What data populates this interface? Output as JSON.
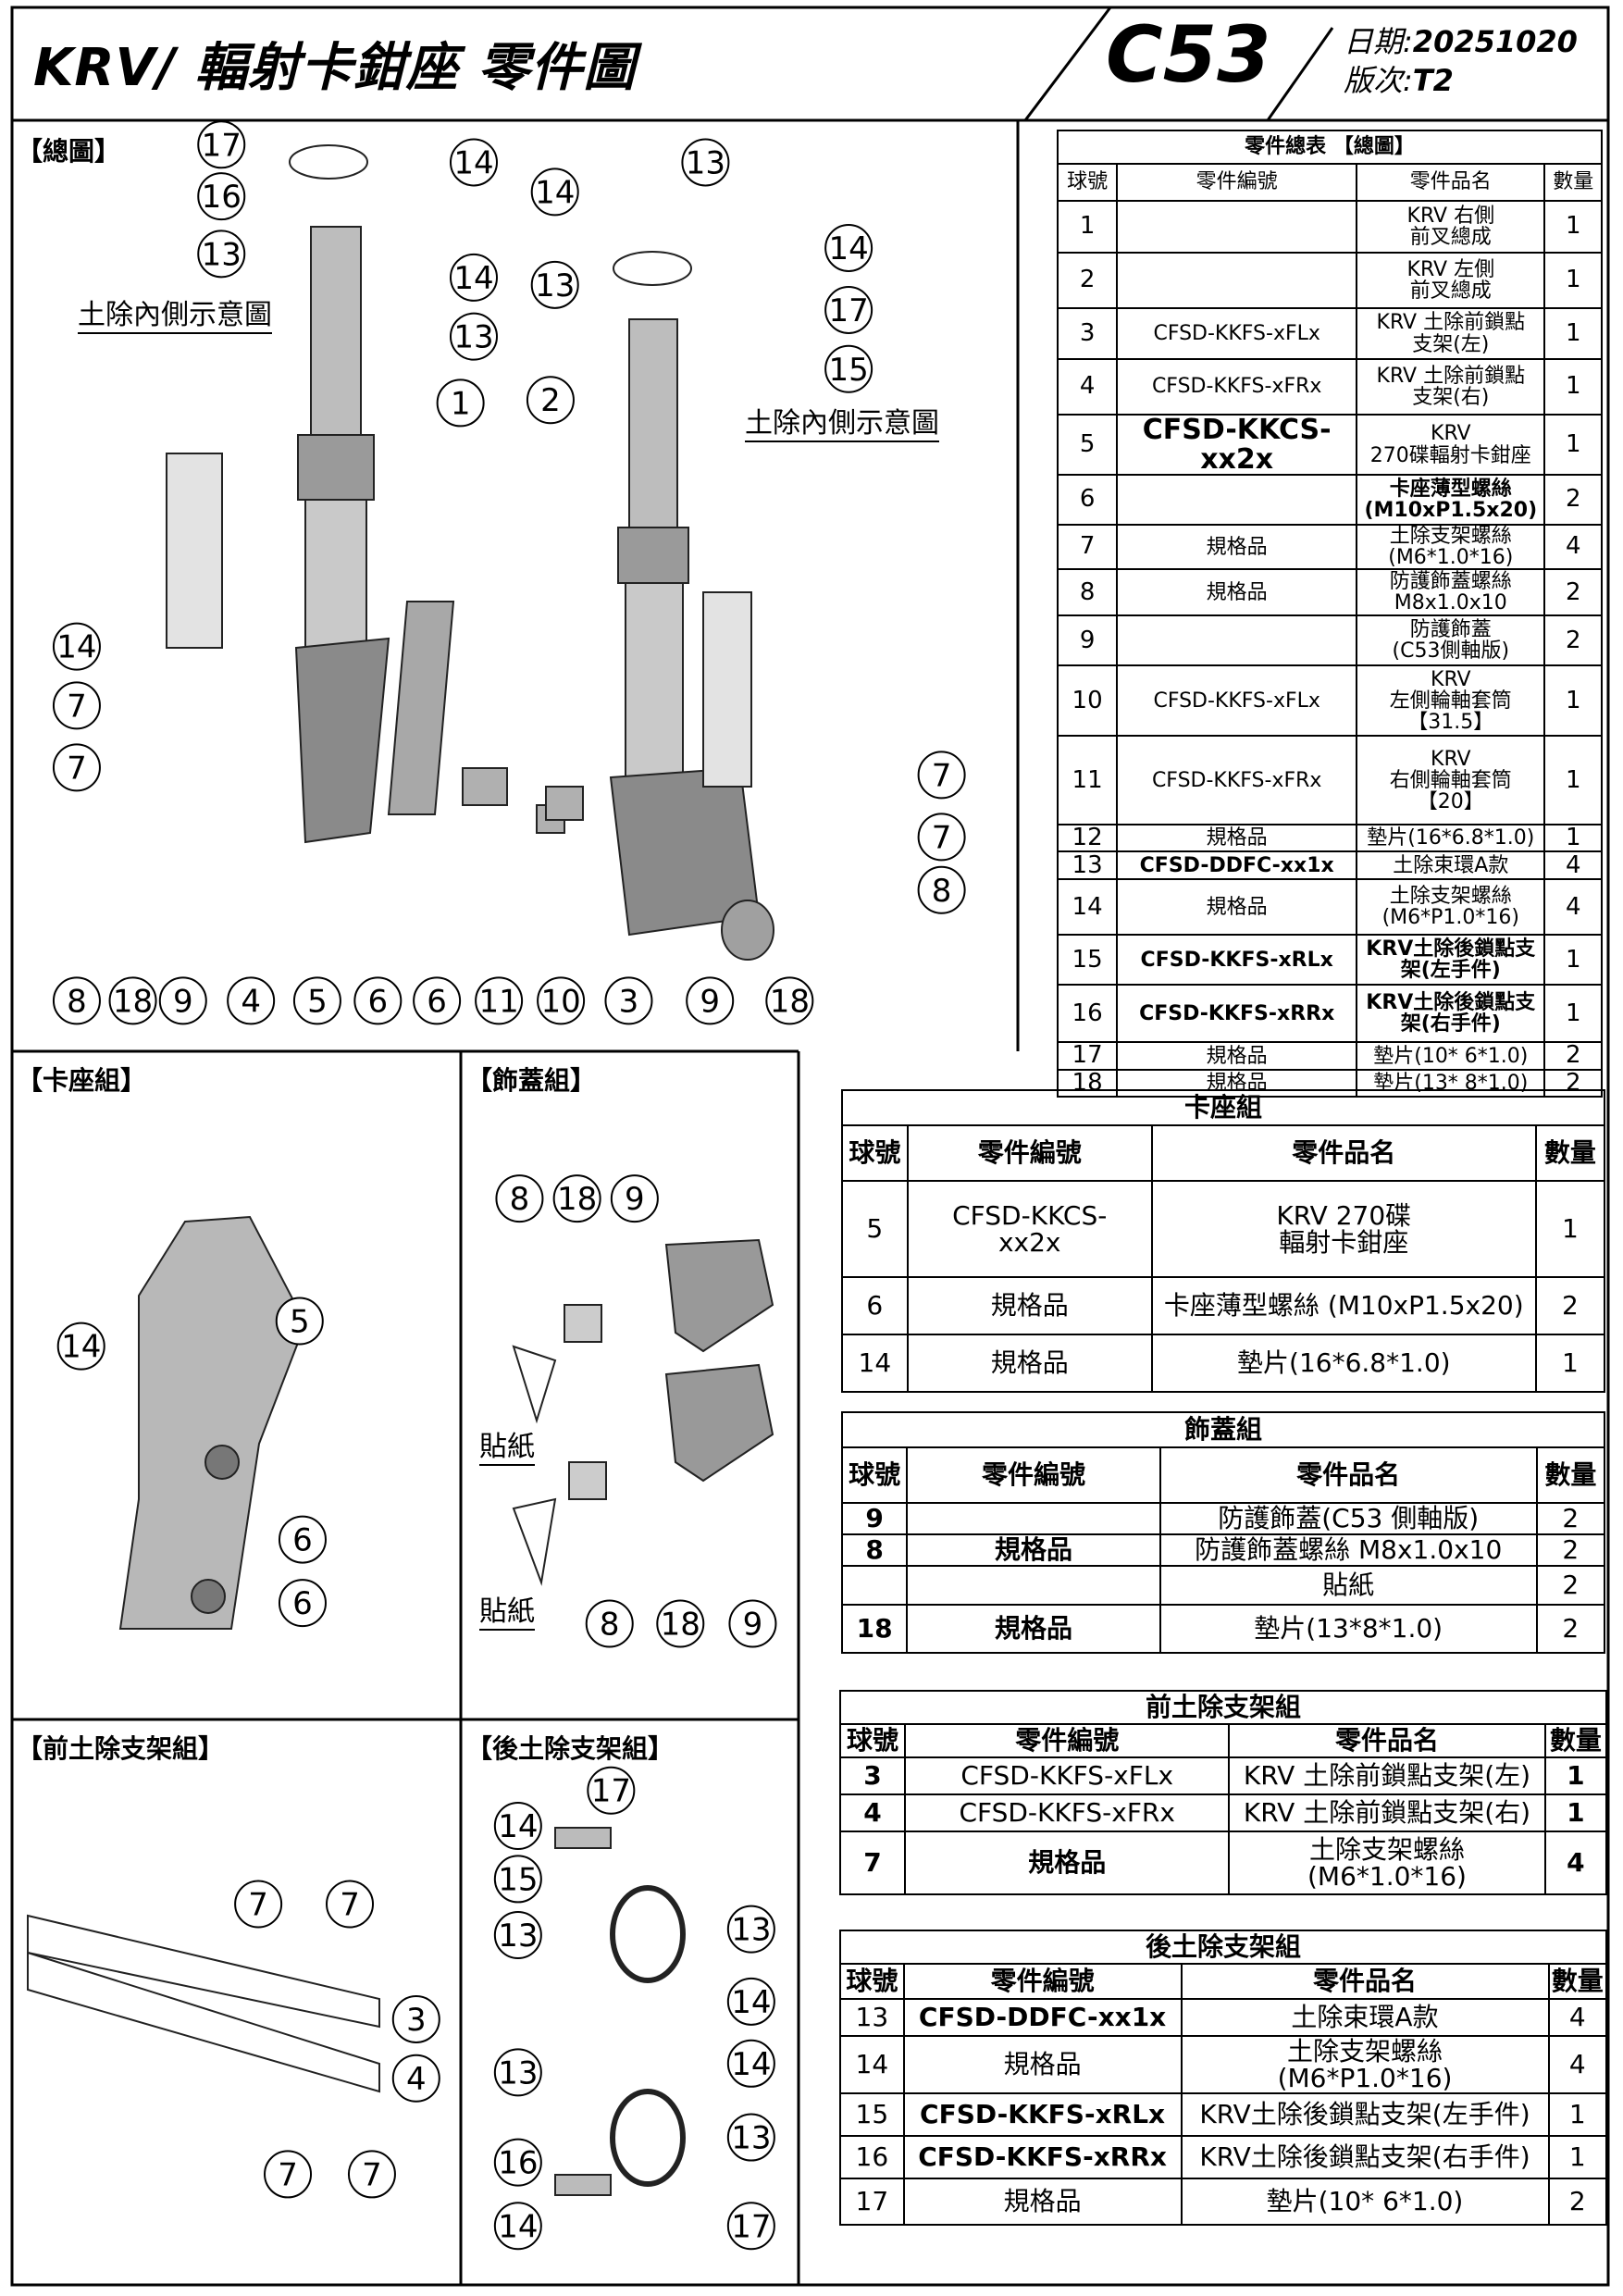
{
  "header": {
    "title": "KRV/ 輻射卡鉗座  零件圖",
    "model": "C53",
    "date_label": "日期:",
    "date": "20251020",
    "version_label": "版次:",
    "version": "T2"
  },
  "panels": {
    "main": "【總圖】",
    "caliper": "【卡座組】",
    "cover": "【飾蓋組】",
    "front": "【前土除支架組】",
    "rear": "【後土除支架組】"
  },
  "notes": {
    "inner_left": "土除內側示意圖",
    "inner_right": "土除內側示意圖",
    "sticker1": "貼紙",
    "sticker2": "貼紙"
  },
  "balloons": {
    "main": [
      "17",
      "16",
      "13",
      "14",
      "14",
      "13",
      "1",
      "14",
      "13",
      "13",
      "14",
      "17",
      "15",
      "2",
      "14",
      "7",
      "7",
      "7",
      "7",
      "8",
      "8",
      "18",
      "9",
      "4",
      "5",
      "6",
      "6",
      "11",
      "10",
      "3",
      "9",
      "18"
    ],
    "caliper": [
      "14",
      "5",
      "6",
      "6"
    ],
    "cover": [
      "8",
      "18",
      "9",
      "8",
      "18",
      "9"
    ],
    "front": [
      "7",
      "7",
      "3",
      "4",
      "7",
      "7"
    ],
    "rear": [
      "17",
      "14",
      "15",
      "13",
      "13",
      "14",
      "14",
      "13",
      "13",
      "16",
      "14",
      "17"
    ]
  },
  "main_table": {
    "caption": "零件總表 【總圖】",
    "headers": [
      "球號",
      "零件編號",
      "零件品名",
      "數量"
    ],
    "rows": [
      {
        "no": "1",
        "code": "",
        "name": "KRV 右側\n前叉總成",
        "qty": "1"
      },
      {
        "no": "2",
        "code": "",
        "name": "KRV 左側\n前叉總成",
        "qty": "1"
      },
      {
        "no": "3",
        "code": "CFSD-KKFS-xFLx",
        "name": "KRV 土除前鎖點\n支架(左)",
        "qty": "1"
      },
      {
        "no": "4",
        "code": "CFSD-KKFS-xFRx",
        "name": "KRV 土除前鎖點\n支架(右)",
        "qty": "1"
      },
      {
        "no": "5",
        "code": "CFSD-KKCS-xx2x",
        "name": "KRV\n270碟輻射卡鉗座",
        "qty": "1"
      },
      {
        "no": "6",
        "code": "",
        "name": "卡座薄型螺絲\n(M10xP1.5x20)",
        "qty": "2"
      },
      {
        "no": "7",
        "code": "規格品",
        "name": "土除支架螺絲\n(M6*1.0*16)",
        "qty": "4"
      },
      {
        "no": "8",
        "code": "規格品",
        "name": "防護飾蓋螺絲\nM8x1.0x10",
        "qty": "2"
      },
      {
        "no": "9",
        "code": "",
        "name": "防護飾蓋\n(C53側軸版)",
        "qty": "2"
      },
      {
        "no": "10",
        "code": "CFSD-KKFS-xFLx",
        "name": "KRV\n左側輪軸套筒\n【31.5】",
        "qty": "1"
      },
      {
        "no": "11",
        "code": "CFSD-KKFS-xFRx",
        "name": "KRV\n右側輪軸套筒\n【20】",
        "qty": "1"
      },
      {
        "no": "12",
        "code": "規格品",
        "name": "墊片(16*6.8*1.0)",
        "qty": "1"
      },
      {
        "no": "13",
        "code": "CFSD-DDFC-xx1x",
        "name": "土除束環A款",
        "qty": "4"
      },
      {
        "no": "14",
        "code": "規格品",
        "name": "土除支架螺絲\n(M6*P1.0*16)",
        "qty": "4"
      },
      {
        "no": "15",
        "code": "CFSD-KKFS-xRLx",
        "name": "KRV土除後鎖點支\n架(左手件)",
        "qty": "1"
      },
      {
        "no": "16",
        "code": "CFSD-KKFS-xRRx",
        "name": "KRV土除後鎖點支\n架(右手件)",
        "qty": "1"
      },
      {
        "no": "17",
        "code": "規格品",
        "name": "墊片(10* 6*1.0)",
        "qty": "2"
      },
      {
        "no": "18",
        "code": "規格品",
        "name": "墊片(13* 8*1.0)",
        "qty": "2"
      }
    ]
  },
  "caliper_table": {
    "caption": "卡座組",
    "headers": [
      "球號",
      "零件編號",
      "零件品名",
      "數量"
    ],
    "rows": [
      {
        "no": "5",
        "code": "CFSD-KKCS-\nxx2x",
        "name": "KRV 270碟\n輻射卡鉗座",
        "qty": "1"
      },
      {
        "no": "6",
        "code": "規格品",
        "name": "卡座薄型螺絲 (M10xP1.5x20)",
        "qty": "2"
      },
      {
        "no": "14",
        "code": "規格品",
        "name": "墊片(16*6.8*1.0)",
        "qty": "1"
      }
    ]
  },
  "cover_table": {
    "caption": "飾蓋組",
    "headers": [
      "球號",
      "零件編號",
      "零件品名",
      "數量"
    ],
    "rows": [
      {
        "no": "9",
        "code": "",
        "name": "防護飾蓋(C53 側軸版)",
        "qty": "2"
      },
      {
        "no": "8",
        "code": "規格品",
        "name": "防護飾蓋螺絲 M8x1.0x10",
        "qty": "2"
      },
      {
        "no": "",
        "code": "",
        "name": "貼紙",
        "qty": "2"
      },
      {
        "no": "18",
        "code": "規格品",
        "name": "墊片(13*8*1.0)",
        "qty": "2"
      }
    ]
  },
  "front_table": {
    "caption": "前土除支架組",
    "headers": [
      "球號",
      "零件編號",
      "零件品名",
      "數量"
    ],
    "rows": [
      {
        "no": "3",
        "code": "CFSD-KKFS-xFLx",
        "name": "KRV 土除前鎖點支架(左)",
        "qty": "1"
      },
      {
        "no": "4",
        "code": "CFSD-KKFS-xFRx",
        "name": "KRV 土除前鎖點支架(右)",
        "qty": "1"
      },
      {
        "no": "7",
        "code": "規格品",
        "name": "土除支架螺絲\n(M6*1.0*16)",
        "qty": "4"
      }
    ]
  },
  "rear_table": {
    "caption": "後土除支架組",
    "headers": [
      "球號",
      "零件編號",
      "零件品名",
      "數量"
    ],
    "rows": [
      {
        "no": "13",
        "code": "CFSD-DDFC-xx1x",
        "name": "土除束環A款",
        "qty": "4"
      },
      {
        "no": "14",
        "code": "規格品",
        "name": "土除支架螺絲\n(M6*P1.0*16)",
        "qty": "4"
      },
      {
        "no": "15",
        "code": "CFSD-KKFS-xRLx",
        "name": "KRV土除後鎖點支架(左手件)",
        "qty": "1"
      },
      {
        "no": "16",
        "code": "CFSD-KKFS-xRRx",
        "name": "KRV土除後鎖點支架(右手件)",
        "qty": "1"
      },
      {
        "no": "17",
        "code": "規格品",
        "name": "墊片(10* 6*1.0)",
        "qty": "2"
      }
    ]
  }
}
